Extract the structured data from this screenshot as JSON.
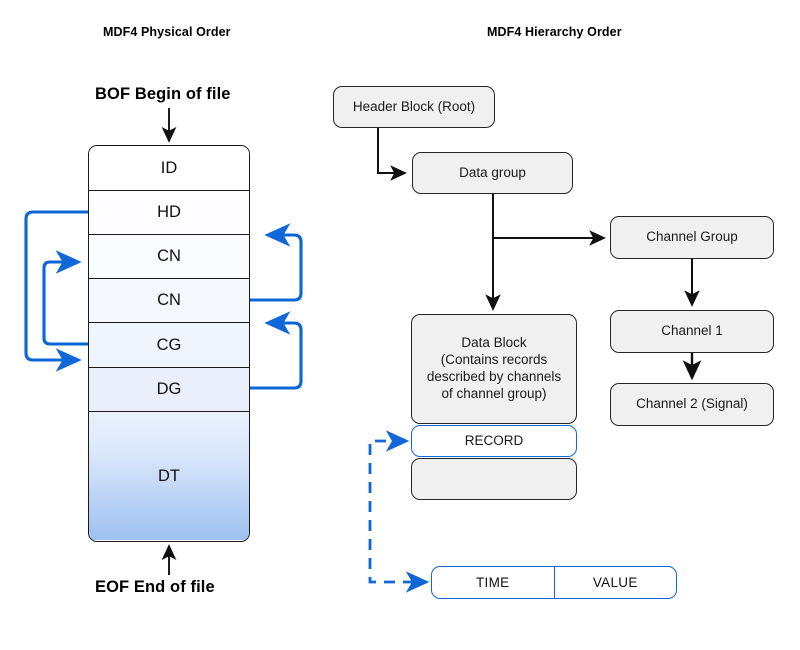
{
  "titles": {
    "left": "MDF4 Physical Order",
    "right": "MDF4 Hierarchy Order"
  },
  "file_markers": {
    "bof": "BOF Begin of file",
    "eof": "EOF End of file"
  },
  "physical_stack": {
    "rows": [
      {
        "label": "ID",
        "fill": "#ffffff"
      },
      {
        "label": "HD",
        "fill": "#fdfdff"
      },
      {
        "label": "CN",
        "fill": "#fafbfe"
      },
      {
        "label": "CN",
        "fill": "#f5f8fe"
      },
      {
        "label": "CG",
        "fill": "#f0f5fd"
      },
      {
        "label": "DG",
        "fill": "#e9f0fc"
      },
      {
        "label": "DT",
        "fill": "gradient"
      }
    ]
  },
  "hierarchy": {
    "header_block": "Header Block (Root)",
    "data_group": "Data group",
    "channel_group": "Channel Group",
    "channel_1": "Channel 1",
    "channel_2": "Channel 2 (Signal)",
    "data_block": "Data Block\n(Contains records\ndescribed by channels\nof channel group)",
    "record": "RECORD",
    "record_empty": "",
    "time": "TIME",
    "value": "VALUE"
  },
  "colors": {
    "link_blue": "#1068d8",
    "link_black": "#111111",
    "node_fill": "#f0f0f0",
    "node_stroke": "#262626",
    "dt_gradient_top": "#eaf1fd",
    "dt_gradient_bottom": "#9dc1f0"
  }
}
